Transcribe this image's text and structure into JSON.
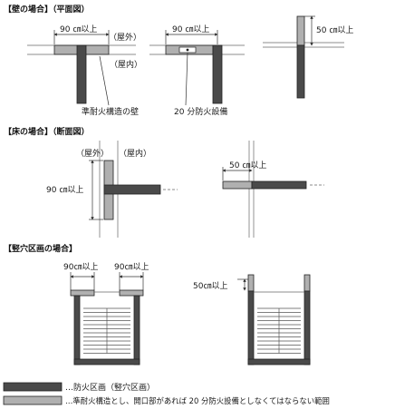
{
  "sections": {
    "wall_title": "【壁の場合】（平面図）",
    "floor_title": "【床の場合】（断面図）",
    "shaft_title": "【竪穴区画の場合】"
  },
  "wall": {
    "dim_90": "90 ㎝以上",
    "outside": "（屋外）",
    "inside": "（屋内）",
    "wall_note": "準耐火構造の壁",
    "dim_90_b": "90 ㎝以上",
    "equipment_note": "20 分防火設備",
    "dim_50": "50 ㎝以上"
  },
  "floor": {
    "outside": "（屋外）",
    "inside": "（屋内）",
    "dim_90": "90 ㎝以上",
    "dim_50": "50 ㎝以上"
  },
  "shaft": {
    "dim_90_left": "90㎝以上",
    "dim_90_right": "90㎝以上",
    "dim_50": "50㎝以上"
  },
  "legend": {
    "items": [
      {
        "label": "…防火区画（竪穴区画）",
        "color": "#4a4a4a"
      },
      {
        "label": "…準耐火構造とし、開口部があれば 20 分防火設備としなくてはならない範囲",
        "color": "#b0b0b0"
      }
    ]
  }
}
